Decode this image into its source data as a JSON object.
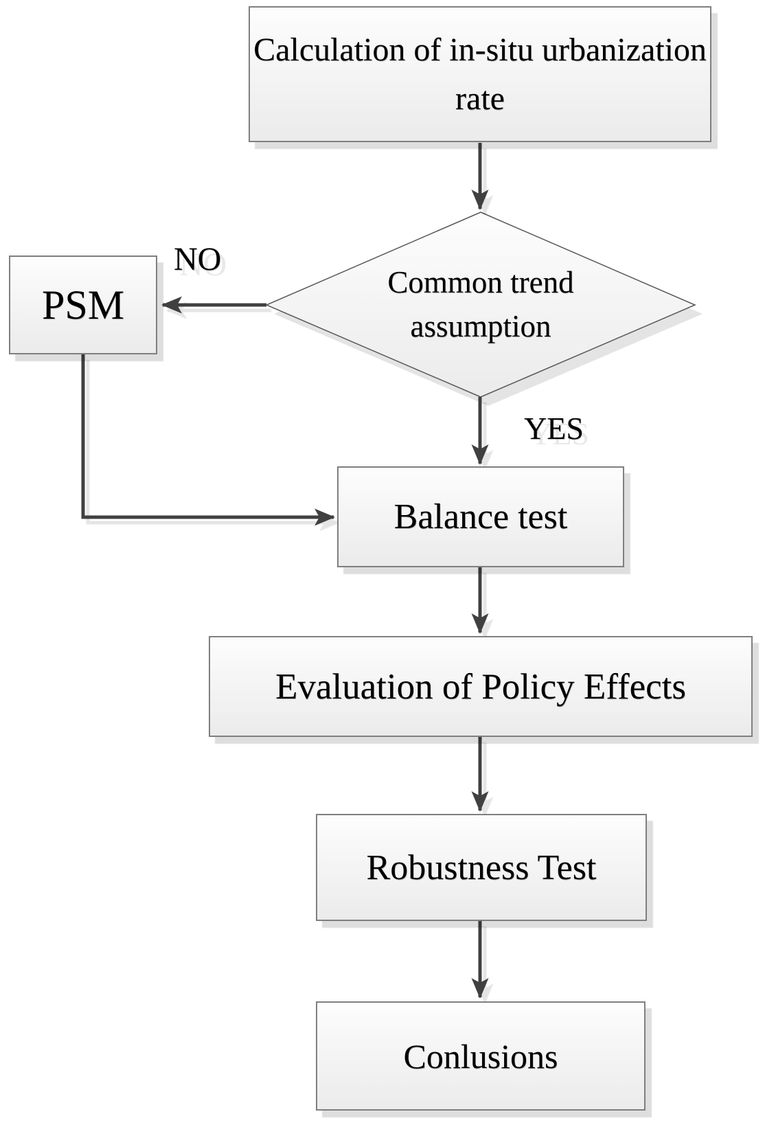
{
  "diagram": {
    "title": "Research workflow flowchart",
    "nodes": {
      "calc": {
        "label": "Calculation of in-situ urbanization rate",
        "type": "process"
      },
      "decision": {
        "label": "Common trend assumption",
        "type": "decision"
      },
      "psm": {
        "label": "PSM",
        "type": "process"
      },
      "balance": {
        "label": "Balance test",
        "type": "process"
      },
      "evaluation": {
        "label": "Evaluation of Policy Effects",
        "type": "process"
      },
      "robustness": {
        "label": "Robustness Test",
        "type": "process"
      },
      "conclusions": {
        "label": "Conlusions",
        "type": "process"
      }
    },
    "edge_labels": {
      "no": "NO",
      "yes": "YES"
    },
    "edges": [
      {
        "from": "calc",
        "to": "decision",
        "label": ""
      },
      {
        "from": "decision",
        "to": "psm",
        "label": "NO"
      },
      {
        "from": "decision",
        "to": "balance",
        "label": "YES"
      },
      {
        "from": "psm",
        "to": "balance",
        "label": ""
      },
      {
        "from": "balance",
        "to": "evaluation",
        "label": ""
      },
      {
        "from": "evaluation",
        "to": "robustness",
        "label": ""
      },
      {
        "from": "robustness",
        "to": "conclusions",
        "label": ""
      }
    ],
    "colors": {
      "arrow": "#404040",
      "box_border": "#7f7f7f",
      "diamond_border": "#595959",
      "fill_top": "#fdfdfd",
      "fill_bottom": "#ebebeb",
      "text": "#000000"
    }
  }
}
